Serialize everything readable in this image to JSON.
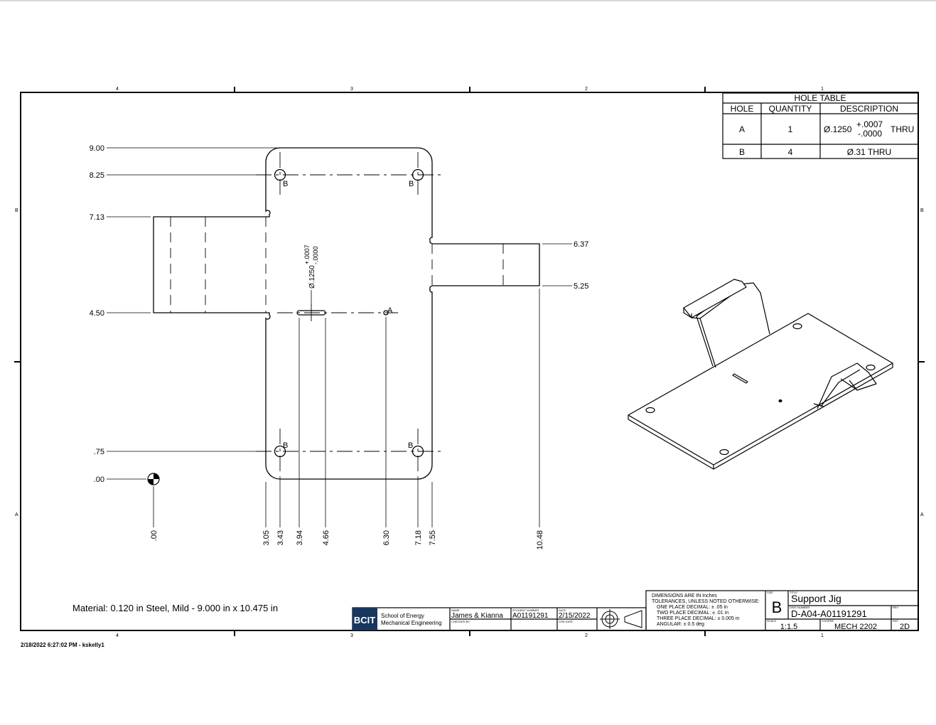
{
  "border": {
    "zones_top": [
      "4",
      "3",
      "2",
      "1"
    ],
    "zones_side": [
      "B",
      "A"
    ]
  },
  "hole_table": {
    "title": "HOLE TABLE",
    "headers": [
      "HOLE",
      "QUANTITY",
      "DESCRIPTION"
    ],
    "rows": [
      {
        "hole": "A",
        "quantity": "1",
        "diameter": "Ø.1250",
        "tol_plus": "+.0007",
        "tol_minus": "-.0000",
        "suffix": "THRU"
      },
      {
        "hole": "B",
        "quantity": "4",
        "description": "Ø.31 THRU"
      }
    ]
  },
  "dimensions": {
    "vertical": [
      ".00",
      ".75",
      "4.50",
      "7.13",
      "8.25",
      "9.00"
    ],
    "horizontal": [
      ".00",
      "3.05",
      "3.43",
      "3.94",
      "4.66",
      "6.30",
      "7.18",
      "7.55",
      "10.48"
    ],
    "right": [
      "6.37",
      "5.25"
    ],
    "slot_diameter": "Ø.1250",
    "slot_tol_plus": "+.0007",
    "slot_tol_minus": "-.0000"
  },
  "hole_labels": {
    "a": "A",
    "b": "B"
  },
  "material": "Material: 0.120 in Steel, Mild - 9.000 in x 10.475 in",
  "title_block": {
    "logo": "BCIT",
    "school_line1": "School of Energy",
    "school_line2": "Mechanical Engineering",
    "name_label": "NAME",
    "name": "James & Kianna",
    "checked_label": "CHECKED BY",
    "student_label": "STUDENT NUMBER",
    "student_number": "A01191291",
    "date_label": "DATE",
    "date": "2/15/2022",
    "chk_date_label": "CHK DATE",
    "notes": [
      "DIMENSIONS ARE IN Inches",
      "TOLERANCES, UNLESS NOTED OTHERWISE:",
      "ONE PLACE DECIMAL:  ± .05 in",
      "TWO PLACE DECIMAL:  ± .01 in",
      "THREE PLACE DECIMAL:  ± 0.005 in",
      "ANGULAR: ± 0.5 deg"
    ],
    "size_label": "SIZE",
    "size": "B",
    "title_label": "TITLE",
    "title": "Support Jig",
    "dwg_label": "DWG NUMBER",
    "dwg_number": "D-A04-A01191291",
    "rev_label": "REV",
    "scale_label": "SCALE",
    "scale": "1:1.5",
    "course_label": "COURSE",
    "course": "MECH 2202",
    "sht_label": "SHT",
    "sheet": "2D"
  },
  "timestamp": "2/18/2022 6:27:02 PM - kskelly1"
}
